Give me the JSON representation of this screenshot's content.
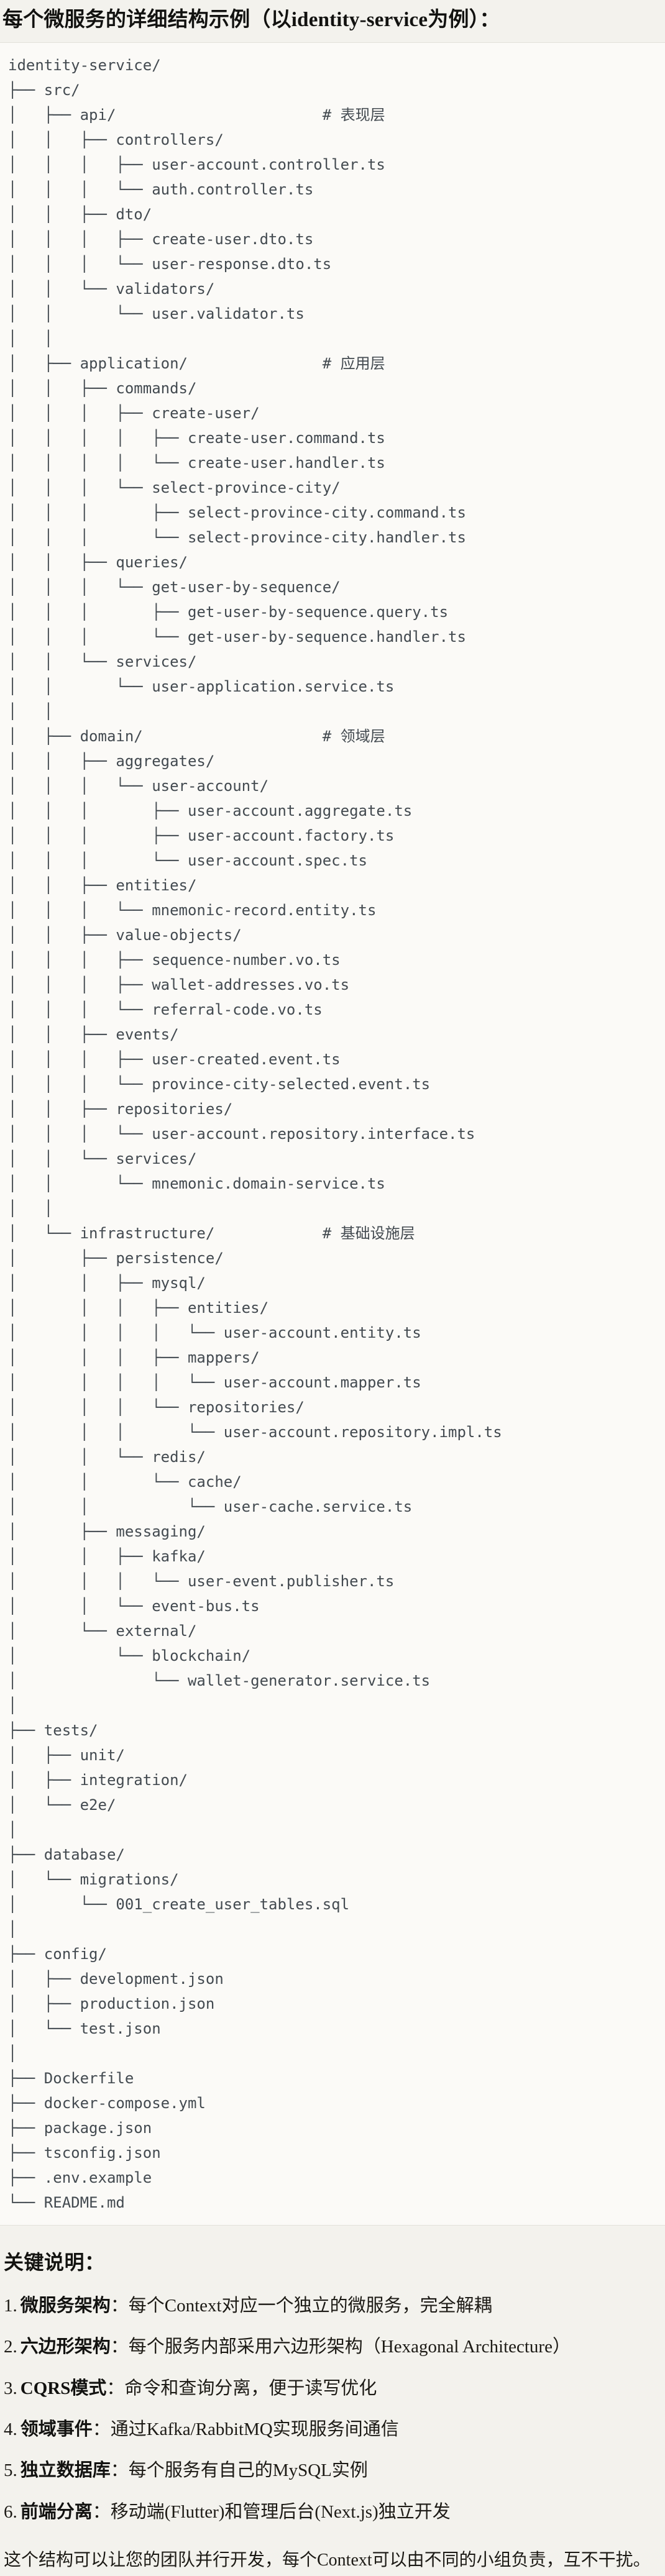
{
  "page": {
    "title": "每个微服务的详细结构示例（以identity-service为例）："
  },
  "tree": {
    "lines": [
      "identity-service/",
      "├── src/",
      "│   ├── api/                       # 表现层",
      "│   │   ├── controllers/",
      "│   │   │   ├── user-account.controller.ts",
      "│   │   │   └── auth.controller.ts",
      "│   │   ├── dto/",
      "│   │   │   ├── create-user.dto.ts",
      "│   │   │   └── user-response.dto.ts",
      "│   │   └── validators/",
      "│   │       └── user.validator.ts",
      "│   │",
      "│   ├── application/               # 应用层",
      "│   │   ├── commands/",
      "│   │   │   ├── create-user/",
      "│   │   │   │   ├── create-user.command.ts",
      "│   │   │   │   └── create-user.handler.ts",
      "│   │   │   └── select-province-city/",
      "│   │   │       ├── select-province-city.command.ts",
      "│   │   │       └── select-province-city.handler.ts",
      "│   │   ├── queries/",
      "│   │   │   └── get-user-by-sequence/",
      "│   │   │       ├── get-user-by-sequence.query.ts",
      "│   │   │       └── get-user-by-sequence.handler.ts",
      "│   │   └── services/",
      "│   │       └── user-application.service.ts",
      "│   │",
      "│   ├── domain/                    # 领域层",
      "│   │   ├── aggregates/",
      "│   │   │   └── user-account/",
      "│   │   │       ├── user-account.aggregate.ts",
      "│   │   │       ├── user-account.factory.ts",
      "│   │   │       └── user-account.spec.ts",
      "│   │   ├── entities/",
      "│   │   │   └── mnemonic-record.entity.ts",
      "│   │   ├── value-objects/",
      "│   │   │   ├── sequence-number.vo.ts",
      "│   │   │   ├── wallet-addresses.vo.ts",
      "│   │   │   └── referral-code.vo.ts",
      "│   │   ├── events/",
      "│   │   │   ├── user-created.event.ts",
      "│   │   │   └── province-city-selected.event.ts",
      "│   │   ├── repositories/",
      "│   │   │   └── user-account.repository.interface.ts",
      "│   │   └── services/",
      "│   │       └── mnemonic.domain-service.ts",
      "│   │",
      "│   └── infrastructure/            # 基础设施层",
      "│       ├── persistence/",
      "│       │   ├── mysql/",
      "│       │   │   ├── entities/",
      "│       │   │   │   └── user-account.entity.ts",
      "│       │   │   ├── mappers/",
      "│       │   │   │   └── user-account.mapper.ts",
      "│       │   │   └── repositories/",
      "│       │   │       └── user-account.repository.impl.ts",
      "│       │   └── redis/",
      "│       │       └── cache/",
      "│       │           └── user-cache.service.ts",
      "│       ├── messaging/",
      "│       │   ├── kafka/",
      "│       │   │   └── user-event.publisher.ts",
      "│       │   └── event-bus.ts",
      "│       └── external/",
      "│           └── blockchain/",
      "│               └── wallet-generator.service.ts",
      "│",
      "├── tests/",
      "│   ├── unit/",
      "│   ├── integration/",
      "│   └── e2e/",
      "│",
      "├── database/",
      "│   └── migrations/",
      "│       └── 001_create_user_tables.sql",
      "│",
      "├── config/",
      "│   ├── development.json",
      "│   ├── production.json",
      "│   └── test.json",
      "│",
      "├── Dockerfile",
      "├── docker-compose.yml",
      "├── package.json",
      "├── tsconfig.json",
      "├── .env.example",
      "└── README.md"
    ]
  },
  "notes": {
    "heading": "关键说明：",
    "items": [
      {
        "num": "1.",
        "term": "微服务架构",
        "colon": "：",
        "desc": "每个Context对应一个独立的微服务，完全解耦"
      },
      {
        "num": "2.",
        "term": "六边形架构",
        "colon": "：",
        "desc": "每个服务内部采用六边形架构（Hexagonal Architecture）"
      },
      {
        "num": "3.",
        "term": "CQRS模式",
        "colon": "：",
        "desc": "命令和查询分离，便于读写优化"
      },
      {
        "num": "4.",
        "term": "领域事件",
        "colon": "：",
        "desc": "通过Kafka/RabbitMQ实现服务间通信"
      },
      {
        "num": "5.",
        "term": "独立数据库",
        "colon": "：",
        "desc": "每个服务有自己的MySQL实例"
      },
      {
        "num": "6.",
        "term": "前端分离",
        "colon": "：",
        "desc": "移动端(Flutter)和管理后台(Next.js)独立开发"
      }
    ],
    "footer": "这个结构可以让您的团队并行开发，每个Context可以由不同的小组负责，互不干扰。"
  }
}
